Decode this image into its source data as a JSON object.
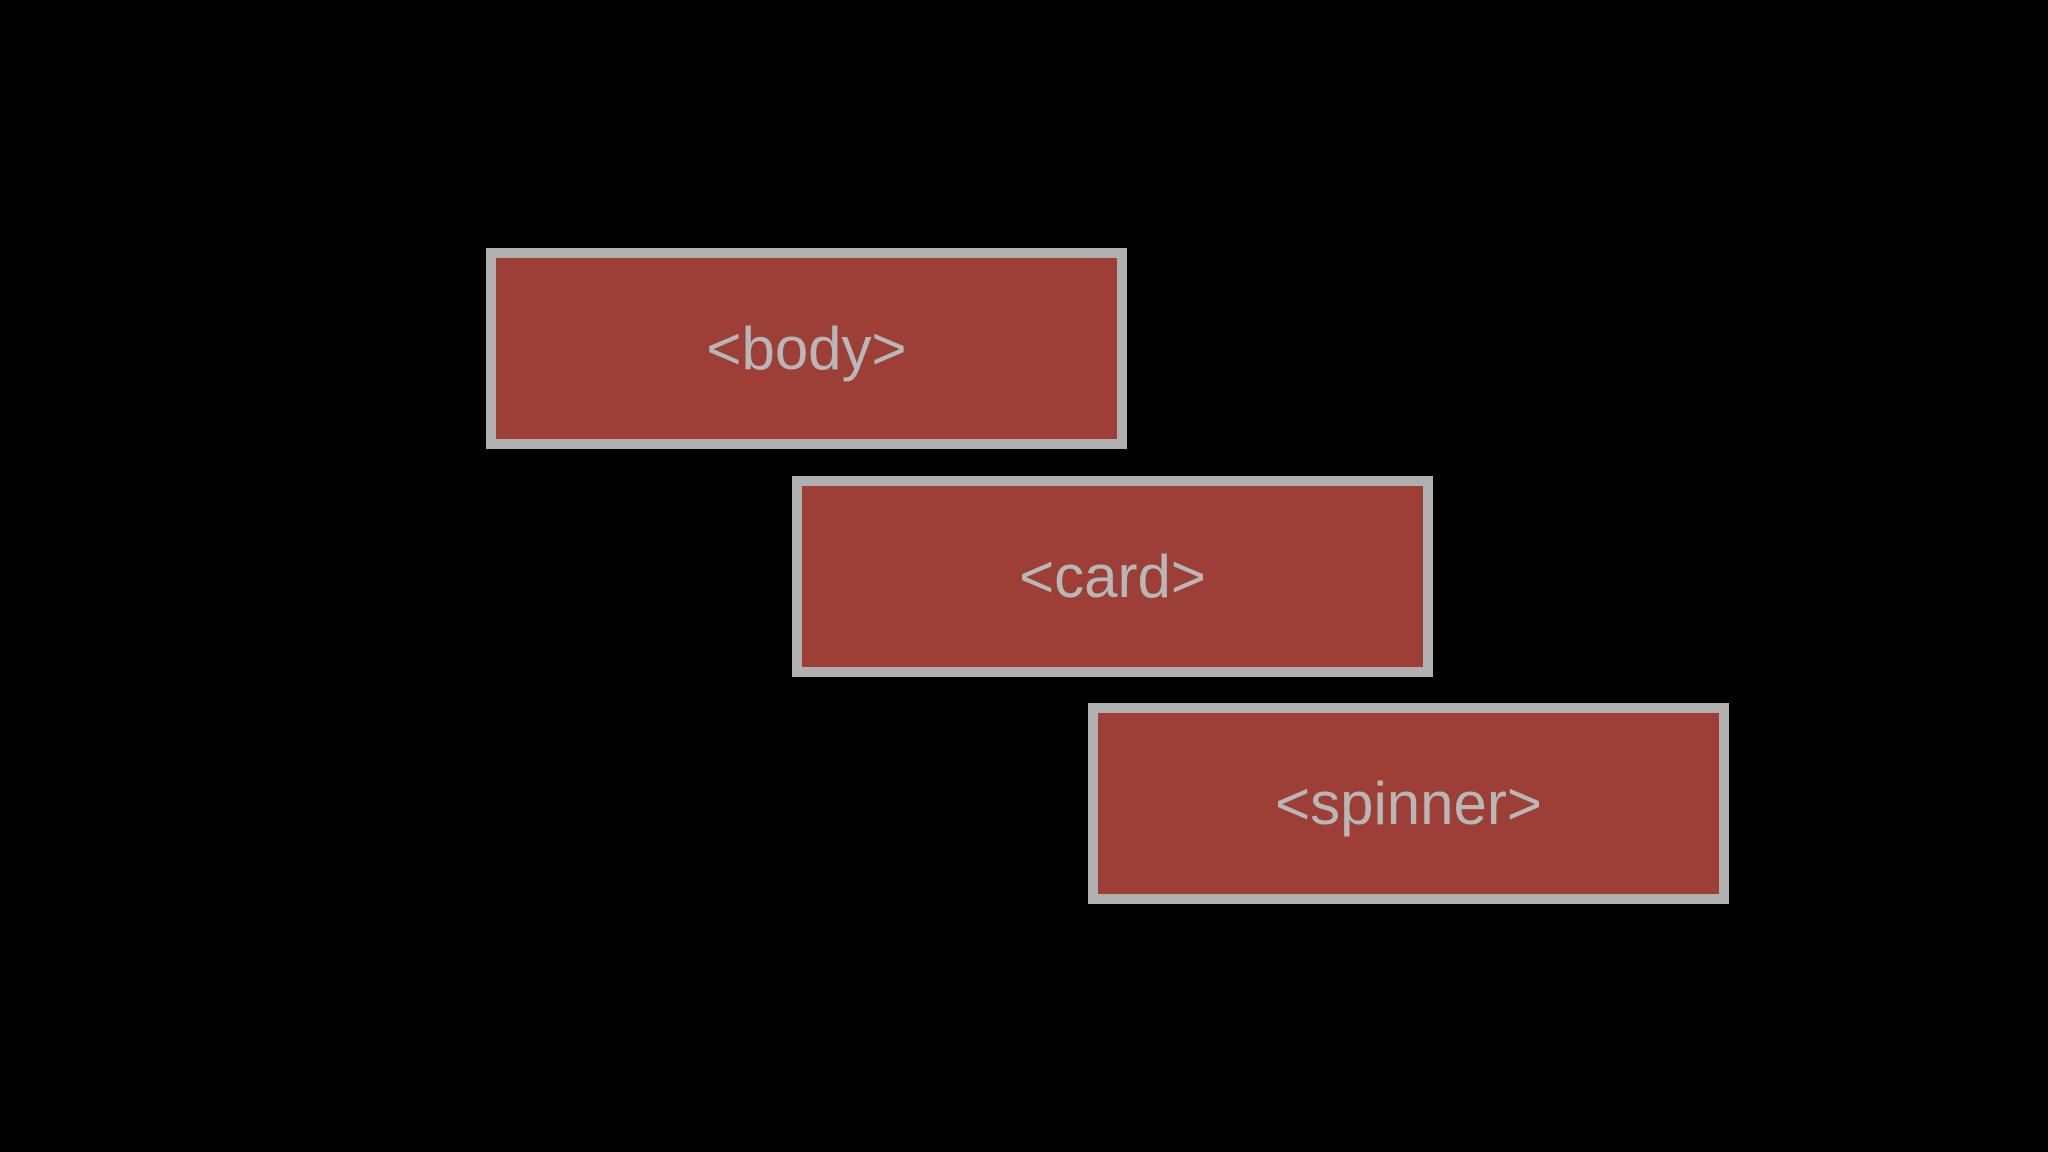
{
  "diagram": {
    "nodes": [
      {
        "id": "body",
        "label": "<body>"
      },
      {
        "id": "card",
        "label": "<card>"
      },
      {
        "id": "spinner",
        "label": "<spinner>"
      }
    ]
  },
  "colors": {
    "background": "#000000",
    "node_fill": "#9d3f36",
    "node_border": "#b0b0b0",
    "node_text": "#b7b7b7"
  }
}
